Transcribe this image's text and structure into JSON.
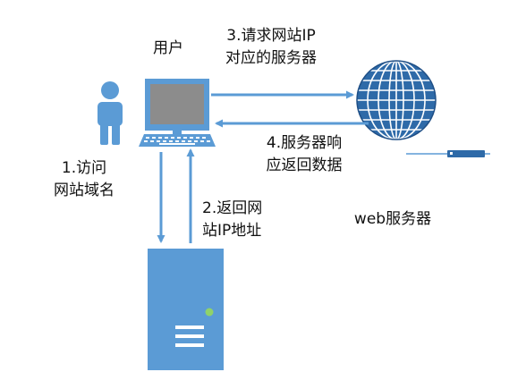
{
  "labels": {
    "user": "用户",
    "step1_line1": "1.访问",
    "step1_line2": "网站域名",
    "step2_line1": "2.返回网",
    "step2_line2": "站IP地址",
    "step3_line1": "3.请求网站IP",
    "step3_line2": "对应的服务器",
    "step4_line1": "4.服务器响",
    "step4_line2": "应返回数据",
    "web_server": "web服务器"
  },
  "colors": {
    "primary_blue": "#5b9bd5",
    "dark_blue": "#2e6aa8",
    "screen_gray": "#8c8c8c",
    "status_light": "#8fd26a"
  },
  "icons": [
    "person-icon",
    "computer-icon",
    "globe-icon",
    "dns-server-icon",
    "network-device-icon"
  ]
}
